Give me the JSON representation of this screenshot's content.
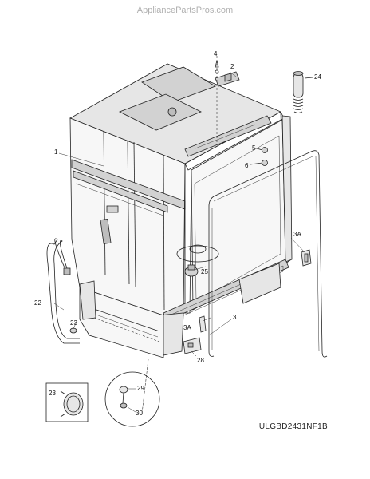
{
  "watermark": "AppliancePartsPros.com",
  "model_code": "ULGBD2431NF1B",
  "callouts": {
    "c1": "1",
    "c2": "2",
    "c3": "3",
    "c3a_top": "3A",
    "c3a_bottom": "3A",
    "c4": "4",
    "c5": "5",
    "c6": "6",
    "c22": "22",
    "c23": "23",
    "c23_inset": "23",
    "c24": "24",
    "c25": "25",
    "c28": "28",
    "c29": "29",
    "c30": "30"
  }
}
